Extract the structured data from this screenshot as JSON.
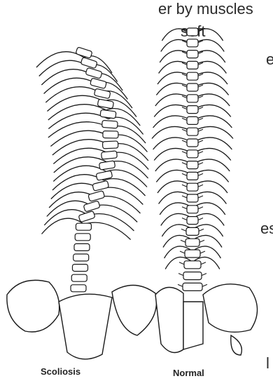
{
  "text_fragments": [
    "er by muscles",
    "soft",
    "e",
    "es",
    "l"
  ],
  "figure": {
    "captions": {
      "left": "Scoliosis",
      "right": "Normal"
    },
    "line_color": "#1a1a1a",
    "fill_color": "#ffffff"
  }
}
